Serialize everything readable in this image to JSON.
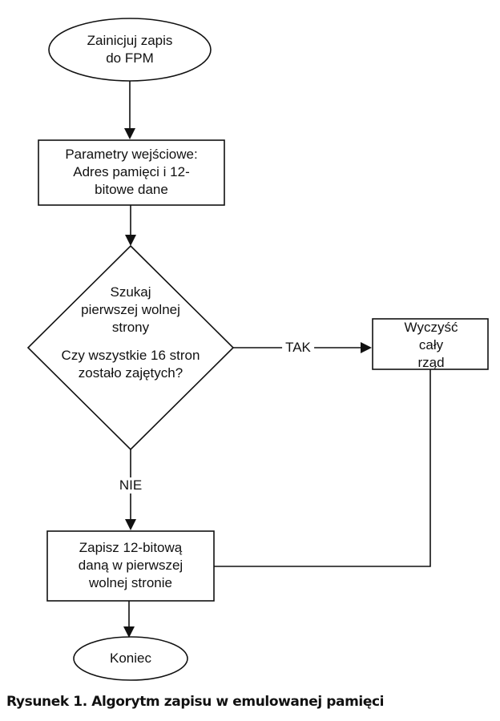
{
  "diagram": {
    "nodes": {
      "start": {
        "type": "terminator",
        "label": "Zainicjuj zapis\ndo FPM"
      },
      "input": {
        "type": "process",
        "label": "Parametry wejściowe:\nAdres pamięci i 12-\nbitowe dane"
      },
      "decision": {
        "type": "decision",
        "label_search": "Szukaj\npierwszej wolnej\nstrony",
        "label_question": "Czy wszystkie 16 stron\nzostało zajętych?"
      },
      "clear": {
        "type": "process",
        "label": "Wyczyść cały\nrząd"
      },
      "write": {
        "type": "process",
        "label": "Zapisz 12-bitową\ndaną w pierwszej\nwolnej stronie"
      },
      "end": {
        "type": "terminator",
        "label": "Koniec"
      }
    },
    "edges": [
      {
        "from": "start",
        "to": "input",
        "label": ""
      },
      {
        "from": "input",
        "to": "decision",
        "label": ""
      },
      {
        "from": "decision",
        "to": "clear",
        "label": "TAK"
      },
      {
        "from": "decision",
        "to": "write",
        "label": "NIE"
      },
      {
        "from": "clear",
        "to": "write",
        "label": ""
      },
      {
        "from": "write",
        "to": "end",
        "label": ""
      }
    ],
    "edge_labels": {
      "yes": "TAK",
      "no": "NIE"
    }
  },
  "caption": "Rysunek 1. Algorytm zapisu w emulowanej pamięci"
}
